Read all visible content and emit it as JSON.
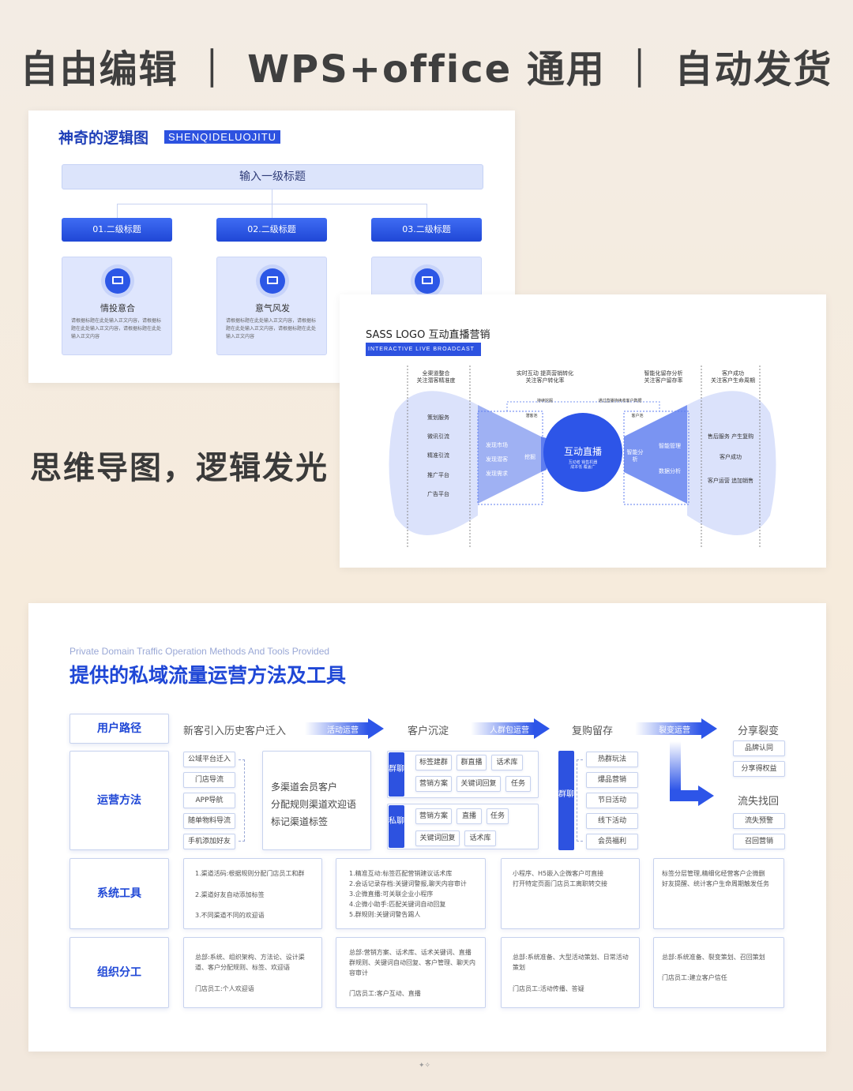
{
  "banner": {
    "text": "自由编辑 ｜ WPS+office 通用 ｜ 自动发货"
  },
  "middle_slogan": "思维导图，逻辑发光",
  "slide1": {
    "title": "神奇的逻辑图",
    "tag": "SHENQIDELUOJITU",
    "top_title": "输入一级标题",
    "columns": [
      {
        "label": "01.二级标题",
        "card_title": "情投意合",
        "desc": "请根据标题在此处输入正文内容，请根据标题在此处输入正文内容，请根据标题在此处输入正文内容"
      },
      {
        "label": "02.二级标题",
        "card_title": "意气风发",
        "desc": "请根据标题在此处输入正文内容，请根据标题在此处输入正文内容，请根据标题在此处输入正文内容"
      },
      {
        "label": "03.二级标题",
        "card_title": "",
        "desc": ""
      }
    ],
    "icon": "monitor-icon"
  },
  "slide2": {
    "title": "SASS LOGO  互动直播营销",
    "tag": "INTERACTIVE LIVE BROADCAST",
    "header": [
      "全渠道整合\n关注潜客精准度",
      "实时互动 提高营销转化\n关注客户转化率",
      "智能化留存分析\n关注客户留存率",
      "客户成功\n关注客户生命周期"
    ],
    "sub": [
      "持续挖掘",
      "通过直播持续收客户数据"
    ],
    "left_items": [
      "策划服务",
      "微讯引流",
      "精准引流",
      "推广平台",
      "广告平台"
    ],
    "left_mid": [
      "发现市场",
      "发现潜客",
      "发现需求"
    ],
    "mine": "挖掘",
    "center_title": "互动直播",
    "center_sub": "互动者 销售机器\n成本低 覆盖广",
    "right_mid": [
      "智能管理",
      "数据分析"
    ],
    "right_side": "智能分析",
    "right_items": [
      "售后服务 产生复购",
      "客户成功",
      "客户运营 追加销售"
    ],
    "potential": "潜客池",
    "client_pool": "客户池"
  },
  "slide3": {
    "en_title": "Private Domain Traffic Operation Methods And Tools Provided",
    "title": "提供的私域流量运营方法及工具",
    "row_labels": [
      "用户路径",
      "运营方法",
      "系统工具",
      "组织分工"
    ],
    "stages": [
      "新客引入历史客户迁入",
      "客户沉淀",
      "复购留存",
      "分享裂变"
    ],
    "arrows": [
      "活动运营",
      "人群包运营",
      "裂变运营"
    ],
    "lost": "流失找回",
    "method_sources": [
      "公域平台迁入",
      "门店导流",
      "APP导航",
      "随单物料导流",
      "手机添加好友"
    ],
    "method_desc": [
      "多渠道会员客户",
      "分配规则渠道欢迎语",
      "标记渠道标签"
    ],
    "group_label": "群聊",
    "private_label": "私聊",
    "group_chips": [
      "标签建群",
      "群直播",
      "话术库",
      "营销方案",
      "关键词回复",
      "任务"
    ],
    "private_chips": [
      "营销方案",
      "直播",
      "任务",
      "关键词回复",
      "话术库"
    ],
    "retain_label": "群聊",
    "retain_chips": [
      "热群玩法",
      "爆品营销",
      "节日活动",
      "线下活动",
      "会员福利"
    ],
    "share_chips": [
      "品牌认同",
      "分享得权益"
    ],
    "lost_chips": [
      "流失预警",
      "召回营销"
    ],
    "tools": [
      [
        "1.渠道活码:根据规则分配门店员工和群",
        "2.渠道好友自动添加标签",
        "3.不同渠道不同的欢迎语"
      ],
      [
        "1.精准互动:标签匹配营销建议话术库",
        "2.会话记录存档:关键词警报,聊天内容审计",
        "3.企微直播:可关联企业小程序",
        "4.企微小助手:匹配关键词自动回复",
        "5.群规则:关键词警告踢人"
      ],
      [
        "小程序、H5嵌入企微客户可直接",
        "打开特定页面门店员工离职转交接"
      ],
      [
        "标签分层管理,精细化经营客户企微删",
        "好友提醒、统计客户生命周期触发任务"
      ]
    ],
    "org": [
      [
        "总部:系统、组织架构、方法论、设计渠道、客户分配规则、标签、欢迎语",
        "门店员工:个人欢迎语"
      ],
      [
        "总部:营销方案、话术库、话术关键词、直播群规则、关键词自动回复、客户管理、聊天内容审计",
        "门店员工:客户互动、直播"
      ],
      [
        "总部:系统准备、大型活动策划、日常活动策划",
        "门店员工:活动传播、答疑"
      ],
      [
        "总部:系统准备、裂变策划、召回策划",
        "门店员工:建立客户信任"
      ]
    ]
  },
  "colors": {
    "accent": "#2d52e0",
    "bg": "#f4ebe0"
  }
}
